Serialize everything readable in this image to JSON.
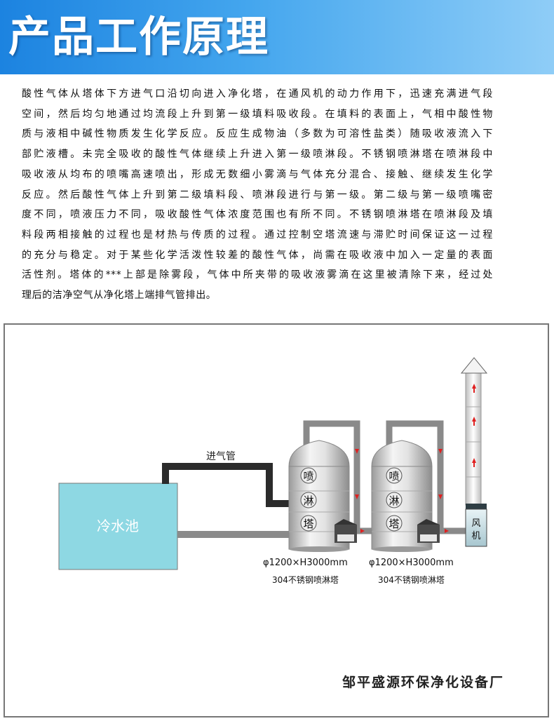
{
  "header": {
    "title": "产品工作原理"
  },
  "intro": {
    "lines": [
      "酸性气体从塔体下方进气口沿切向进入净化塔，在通风机的动力作用下，迅速充满进气段",
      "空间，然后均匀地通过均流段上升到第一级填料吸收段。在填料的表面上，气相中酸性物",
      "质与液相中碱性物质发生化学反应。反应生成物油（多数为可溶性盐类）随吸收液流入下",
      "部贮液槽。未完全吸收的酸性气体继续上升进入第一级喷淋段。不锈钢喷淋塔在喷淋段中",
      "吸收液从均布的喷嘴高速喷出，形成无数细小雾滴与气体充分混合、接触、继续发生化学",
      "反应。然后酸性气体上升到第二级填料段、喷淋段进行与第一级。第二级与第一级喷嘴密",
      "度不同，喷液压力不同，吸收酸性气体浓度范围也有所不同。不锈钢喷淋塔在喷淋段及填",
      "料段两相接触的过程也是材热与传质的过程。通过控制空塔流速与滞贮时间保证这一过程",
      "的充分与稳定。对于某些化学活泼性较差的酸性气体，尚需在吸收液中加入一定量的表面",
      "活性剂。塔体的***上部是除雾段，气体中所夹带的吸收液雾滴在这里被清除下来，经过处",
      "理后的洁净空气从净化塔上端排气管排出。"
    ]
  },
  "diagram": {
    "inlet_pipe_label": "进气管",
    "pool_label": "冷水池",
    "tower1": {
      "chars": [
        "喷",
        "淋",
        "塔"
      ],
      "spec": "φ1200×H3000mm",
      "material": "304不锈钢喷淋塔"
    },
    "tower2": {
      "chars": [
        "喷",
        "淋",
        "塔"
      ],
      "spec": "φ1200×H3000mm",
      "material": "304不锈钢喷淋塔"
    },
    "fan_label": [
      "风",
      "机"
    ],
    "company": "邹平盛源环保净化设备厂",
    "colors": {
      "pipe": "#8a8a8a",
      "inlet_pipe": "#2b2b2b",
      "pool": "#8ed8e3",
      "arrow": "#e02020"
    }
  }
}
